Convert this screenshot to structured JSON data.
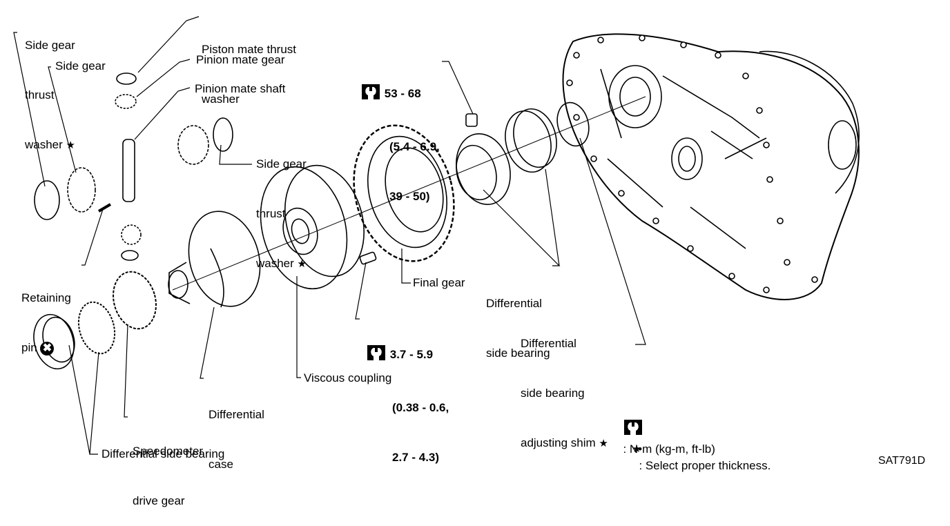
{
  "figure_id": "SAT791D",
  "labels": {
    "side_gear_thrust_washer_left": [
      "Side gear",
      "thrust",
      "washer"
    ],
    "side_gear": "Side gear",
    "piston_mate_thrust_washer": [
      "Piston mate thrust",
      "washer"
    ],
    "pinion_mate_gear": "Pinion mate gear",
    "pinion_mate_shaft": "Pinion mate shaft",
    "side_gear_thrust_washer_right": [
      "Side gear",
      "thrust",
      "washer"
    ],
    "retaining_pin": [
      "Retaining",
      "pin"
    ],
    "final_gear": "Final gear",
    "differential_side_bearing_right": [
      "Differential",
      "side bearing"
    ],
    "diff_side_bearing_adjusting_shim": [
      "Differential",
      "side bearing",
      "adjusting shim"
    ],
    "differential_case": [
      "Differential",
      "case"
    ],
    "viscous_coupling": "Viscous coupling",
    "speedometer_drive_gear": [
      "Speedometer",
      "drive gear"
    ],
    "differential_side_bearing_left": "Differential side bearing"
  },
  "torque_specs": [
    {
      "id": "final-gear-bolt",
      "lines": [
        "53 - 68",
        "(5.4 - 6.9,",
        "39 - 50)"
      ]
    },
    {
      "id": "viscous-coupling-bolt",
      "lines": [
        "3.7 - 5.9",
        "(0.38 - 0.6,",
        "2.7 - 4.3)"
      ]
    }
  ],
  "legend": {
    "torque_units": ": N•m (kg-m, ft-lb)",
    "star_note": ": Select proper thickness."
  },
  "symbols": {
    "star": "★",
    "do_not_reuse": "✖"
  }
}
